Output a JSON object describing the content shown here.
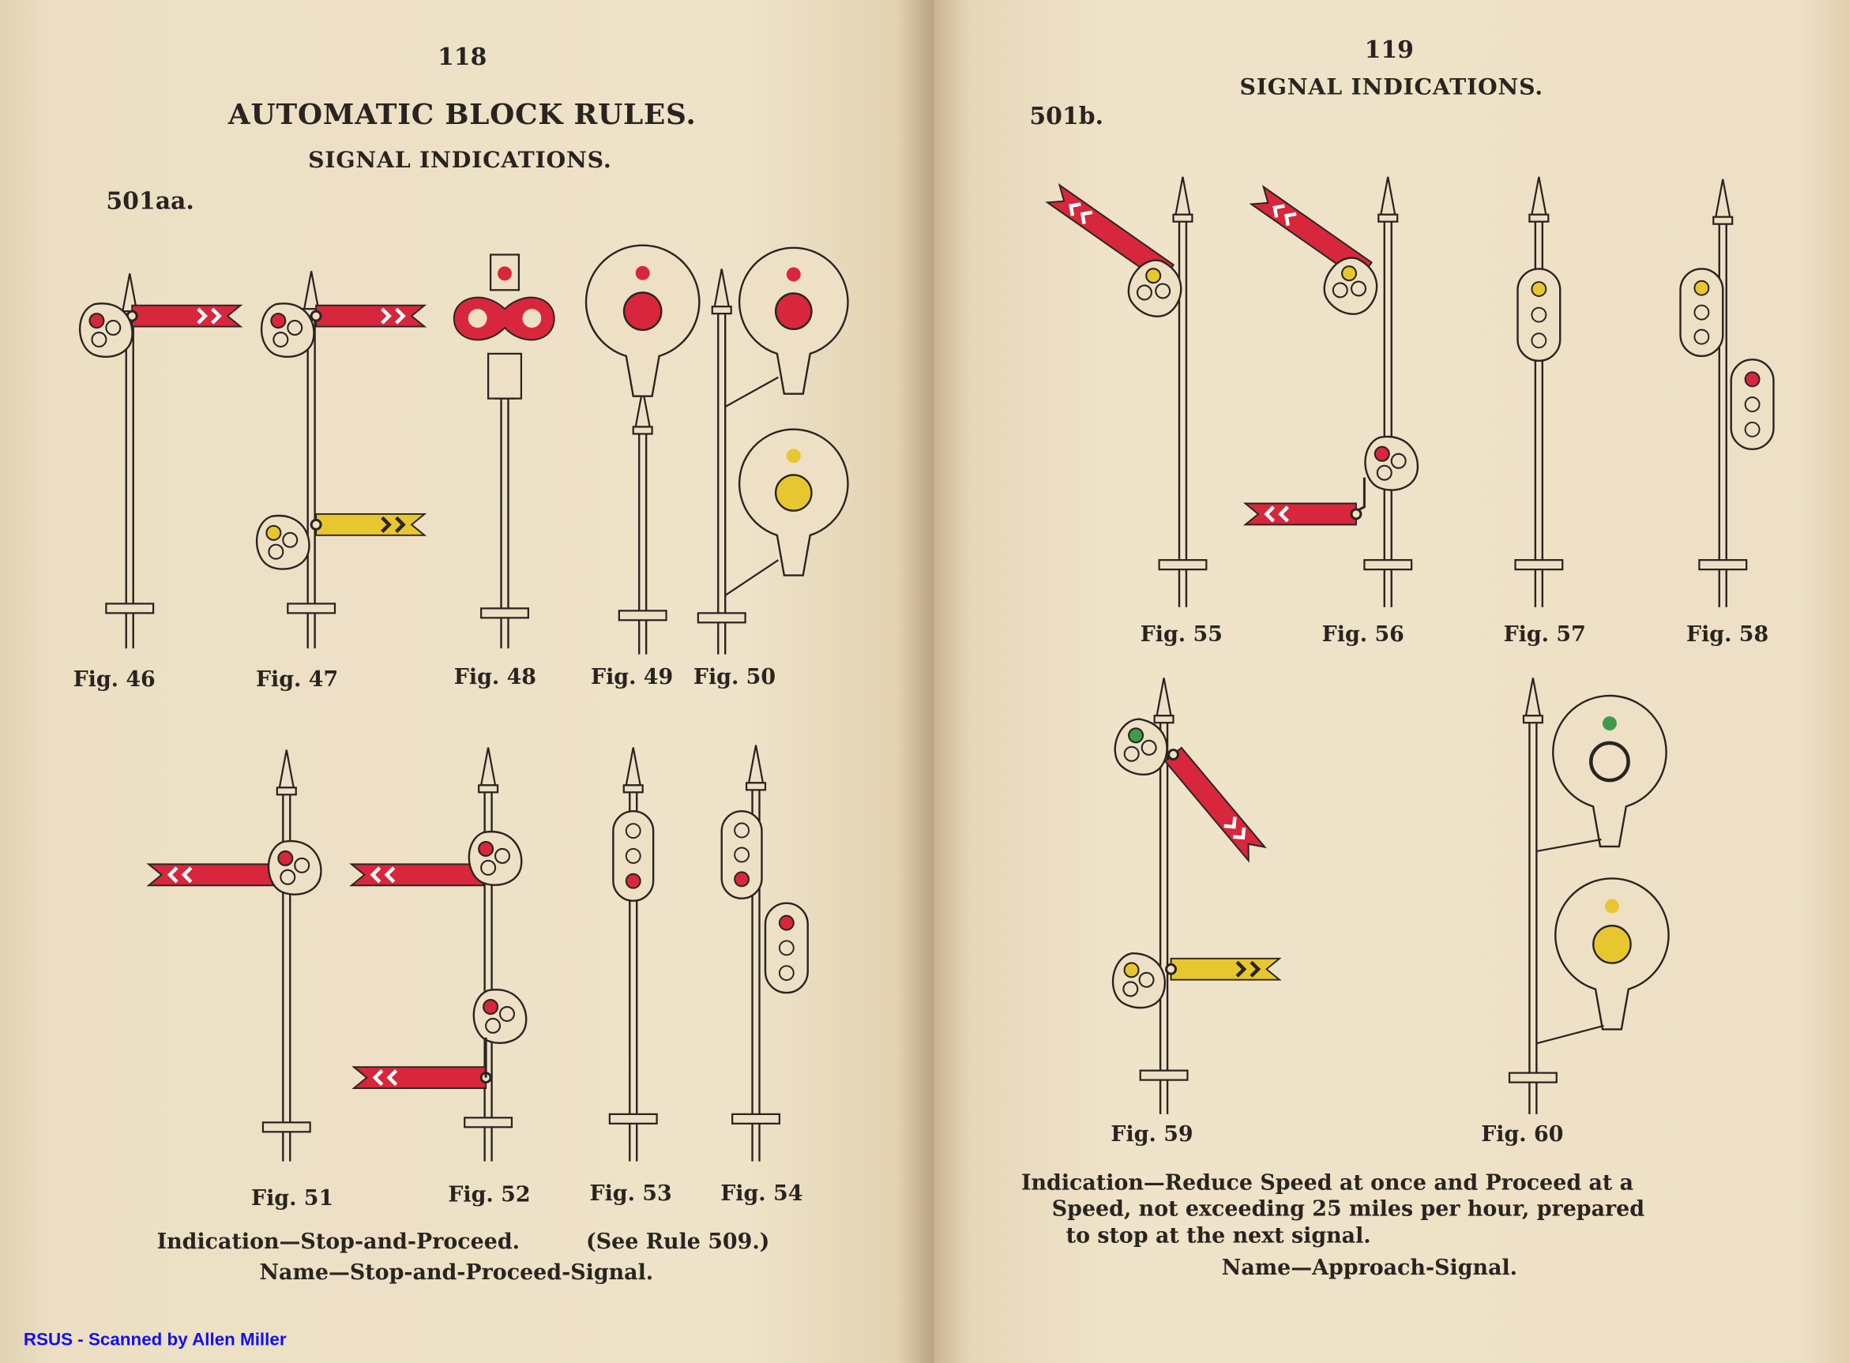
{
  "left_page": {
    "page_number": "118",
    "title": "AUTOMATIC BLOCK RULES.",
    "subtitle": "SIGNAL INDICATIONS.",
    "section": "501aa.",
    "figures_top": [
      "Fig. 46",
      "Fig. 47",
      "Fig. 48",
      "Fig. 49",
      "Fig. 50"
    ],
    "figures_bottom": [
      "Fig. 51",
      "Fig. 52",
      "Fig. 53",
      "Fig. 54"
    ],
    "indication": "Indication—Stop-and-Proceed.",
    "rule_ref": "(See Rule 509.)",
    "name": "Name—Stop-and-Proceed-Signal."
  },
  "right_page": {
    "page_number": "119",
    "title": "SIGNAL INDICATIONS.",
    "section": "501b.",
    "figures_top": [
      "Fig. 55",
      "Fig. 56",
      "Fig. 57",
      "Fig. 58"
    ],
    "figures_bottom": [
      "Fig. 59",
      "Fig. 60"
    ],
    "indication_lines": [
      "Indication—Reduce Speed at once and Proceed at a",
      "Speed, not exceeding 25 miles per hour, prepared",
      "to stop at the next signal."
    ],
    "name": "Name—Approach-Signal."
  },
  "watermark": "RSUS - Scanned by Allen Miller",
  "colors": {
    "red": "#d8263c",
    "yellow": "#e8c630",
    "green": "#3f9a4a",
    "ink": "#2a2420",
    "paper": "#ede0c5"
  }
}
